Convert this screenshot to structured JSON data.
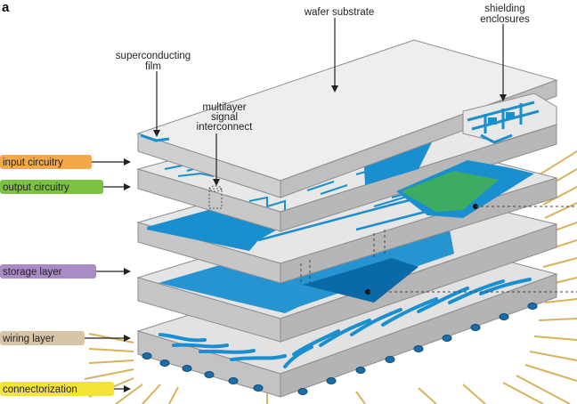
{
  "panel_letter": "a",
  "callouts": {
    "wafer_substrate": "wafer substrate",
    "shielding_line1": "shielding",
    "shielding_line2": "enclosures",
    "superconducting_line1": "superconducting",
    "superconducting_line2": "film",
    "multilayer_line1": "multilayer",
    "multilayer_line2": "signal",
    "multilayer_line3": "interconnect"
  },
  "layer_labels": [
    {
      "text": "input circuitry",
      "color": "#f5a84a"
    },
    {
      "text": "output circuitry",
      "color": "#7cc144"
    },
    {
      "text": "storage layer",
      "color": "#a98cc6"
    },
    {
      "text": "wiring layer",
      "color": "#d8c4a8"
    },
    {
      "text": "connectorization",
      "color": "#f3e33a"
    }
  ],
  "colors": {
    "slab_top": "#e4e4e4",
    "slab_side": "#c9c9c9",
    "slab_front": "#bdbdbd",
    "circuit_blue": "#1a8fd0",
    "circuit_blue_dark": "#0a6aa8",
    "green_region": "#3fae5a",
    "wire_gold": "#d8b35a",
    "bump_blue": "#1b6ea8"
  }
}
